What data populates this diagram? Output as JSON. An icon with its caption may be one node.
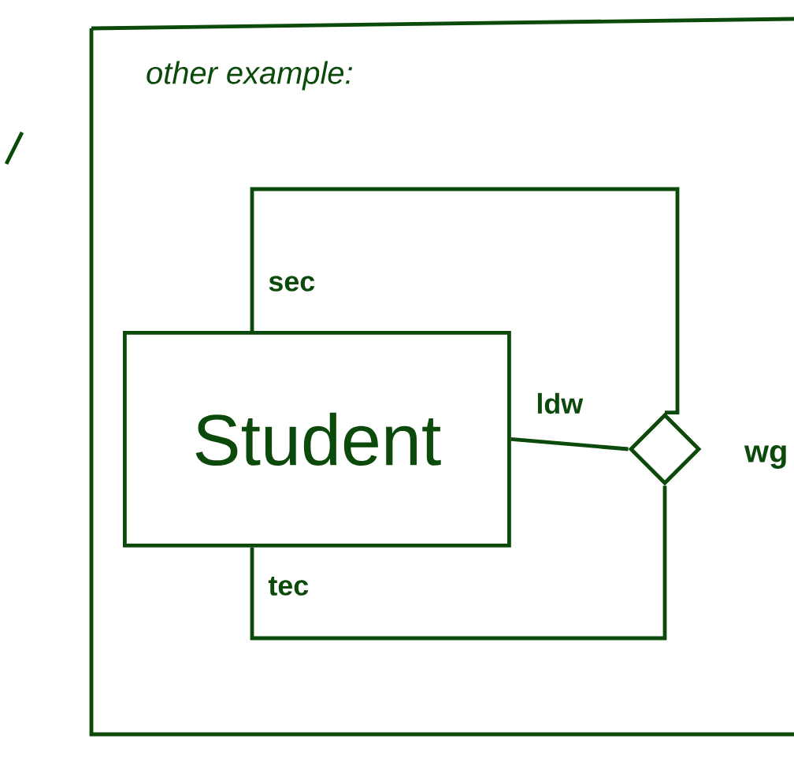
{
  "diagram": {
    "nodes": [
      {
        "text": [
          "other example:"
        ]
      },
      {
        "text": [
          "Student"
        ],
        "in": 0
      },
      {
        "text": [],
        "shape": "diamond",
        "in": 0,
        "beside": [
          "wg"
        ]
      }
    ],
    "edges": [
      {
        "from": 1,
        "to": 2,
        "arrow": "none",
        "label": "sec"
      },
      {
        "from": 1,
        "to": 2,
        "arrow": "none",
        "label": "ldw"
      },
      {
        "from": 1,
        "to": 2,
        "arrow": "none",
        "label": "tec"
      }
    ]
  }
}
